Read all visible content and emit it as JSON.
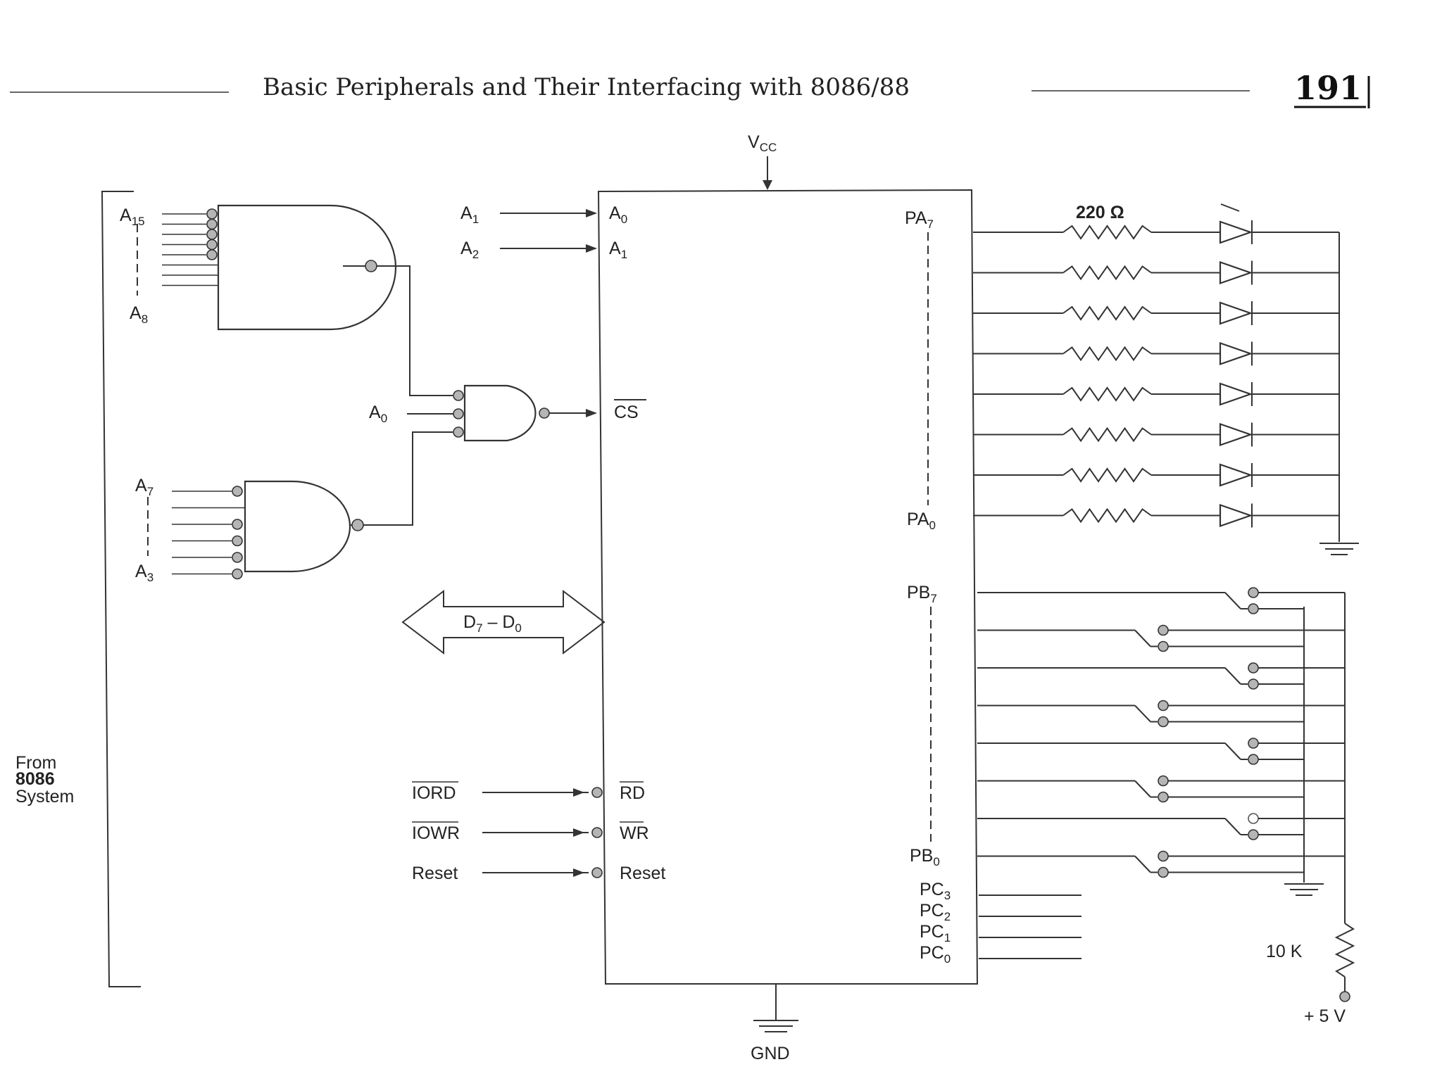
{
  "header": {
    "title": "Basic Peripherals and Their Interfacing with 8086/88",
    "page_number": "191"
  },
  "system": {
    "from": "From",
    "name": "8086",
    "word": "System"
  },
  "power": {
    "vcc": "V",
    "vcc_sub": "CC",
    "gnd": "GND",
    "plus5v": "+ 5 V",
    "pullup": "10 K",
    "led_resistor": "220 Ω"
  },
  "gate1": {
    "top_input": "A",
    "top_sub": "15",
    "bottom_input": "A",
    "bottom_sub": "8"
  },
  "gate2": {
    "top_input": "A",
    "top_sub": "7",
    "bottom_input": "A",
    "bottom_sub": "3"
  },
  "gate3": {
    "input": "A",
    "input_sub": "0"
  },
  "address_lines": [
    {
      "in": "A",
      "in_sub": "1",
      "out": "A",
      "out_sub": "0"
    },
    {
      "in": "A",
      "in_sub": "2",
      "out": "A",
      "out_sub": "1"
    }
  ],
  "chip_select": "CS",
  "data_bus": {
    "a": "D",
    "a_sub": "7",
    "sep": " – ",
    "b": "D",
    "b_sub": "0"
  },
  "control": [
    {
      "in": "IORD",
      "out": "RD",
      "overline_in": true,
      "overline_out": true
    },
    {
      "in": "IOWR",
      "out": "WR",
      "overline_in": true,
      "overline_out": true
    },
    {
      "in": "Reset",
      "out": "Reset",
      "overline_in": false,
      "overline_out": false
    }
  ],
  "ports": {
    "pa_top": "PA",
    "pa_top_sub": "7",
    "pa_bottom": "PA",
    "pa_bottom_sub": "0",
    "pb_top": "PB",
    "pb_top_sub": "7",
    "pb_bottom": "PB",
    "pb_bottom_sub": "0",
    "pc": [
      {
        "n": "PC",
        "s": "3"
      },
      {
        "n": "PC",
        "s": "2"
      },
      {
        "n": "PC",
        "s": "1"
      },
      {
        "n": "PC",
        "s": "0"
      }
    ]
  },
  "led_count": 8,
  "switch_count": 8
}
